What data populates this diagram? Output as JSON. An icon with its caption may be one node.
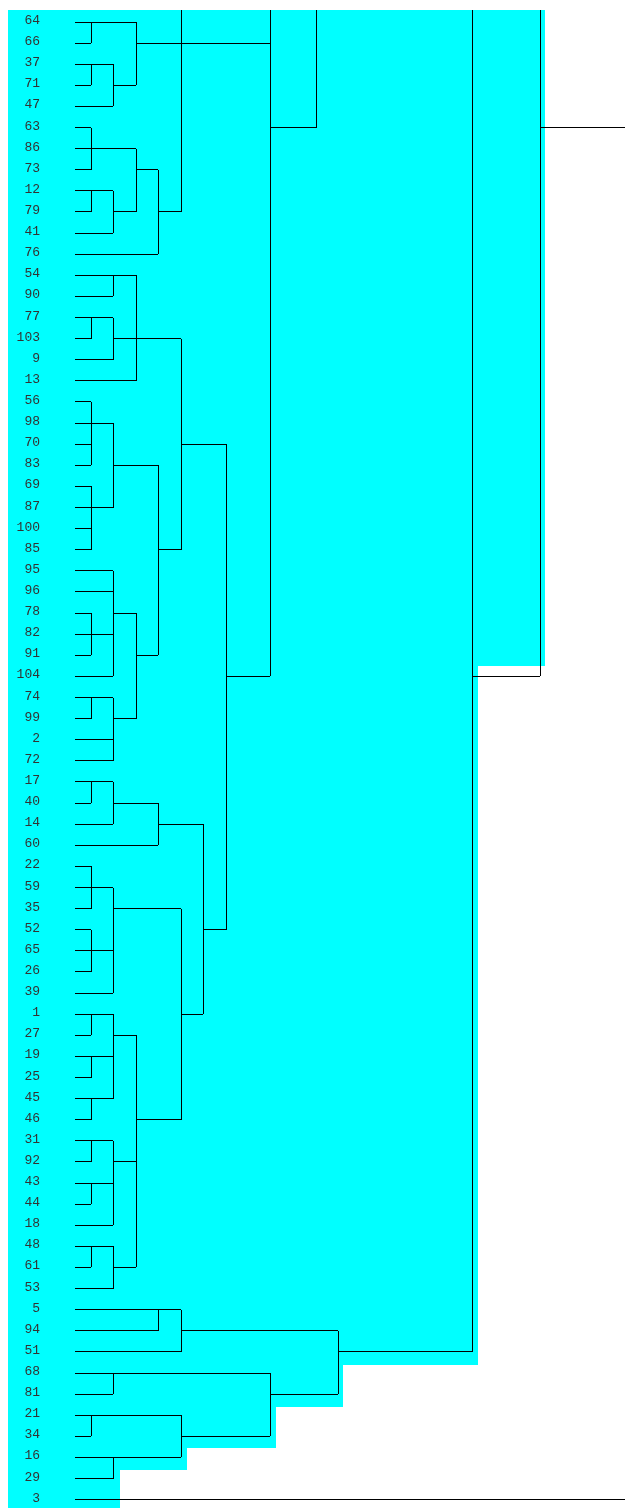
{
  "diagram": {
    "labels": [
      "64",
      "66",
      "37",
      "71",
      "47",
      "63",
      "86",
      "73",
      "12",
      "79",
      "41",
      "76",
      "54",
      "90",
      "77",
      "103",
      "9",
      "13",
      "56",
      "98",
      "70",
      "83",
      "69",
      "87",
      "100",
      "85",
      "95",
      "96",
      "78",
      "82",
      "91",
      "104",
      "74",
      "99",
      "2",
      "72",
      "17",
      "40",
      "14",
      "60",
      "22",
      "59",
      "35",
      "52",
      "65",
      "26",
      "39",
      "1",
      "27",
      "19",
      "25",
      "45",
      "46",
      "31",
      "92",
      "43",
      "44",
      "18",
      "48",
      "61",
      "53",
      "5",
      "94",
      "51",
      "68",
      "81",
      "21",
      "34",
      "16",
      "29",
      "3"
    ]
  }
}
